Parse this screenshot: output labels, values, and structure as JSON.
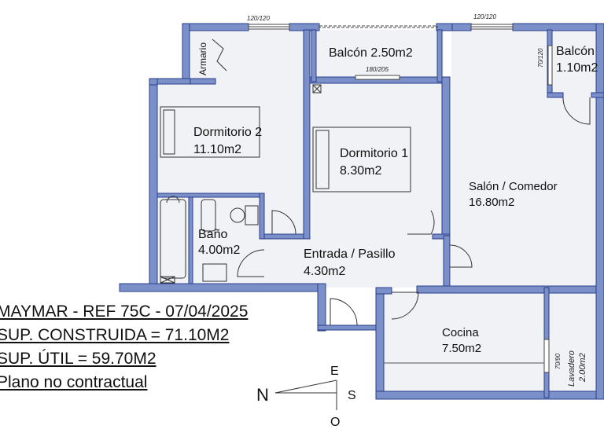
{
  "rooms": {
    "dormitorio2_name": "Dormitorio 2",
    "dormitorio2_area": "11.10m2",
    "dormitorio1_name": "Dormitorio 1",
    "dormitorio1_area": "8.30m2",
    "balcon1_name": "Balcón 2.50m2",
    "balcon2_name": "Balcón",
    "balcon2_area": "1.10m2",
    "salon_name": "Salón / Comedor",
    "salon_area": "16.80m2",
    "bano_name": "Baño",
    "bano_area": "4.00m2",
    "entrada_name": "Entrada / Pasillo",
    "entrada_area": "4.30m2",
    "cocina_name": "Cocina",
    "cocina_area": "7.50m2",
    "lavadero_name": "Lavadero",
    "lavadero_area": "2.00m2",
    "armario_name": "Armario"
  },
  "windows": {
    "w1": "120/120",
    "w2": "120/120",
    "w3": "180/205",
    "w4": "70/120",
    "w5": "70/90"
  },
  "info": {
    "line1": "MAYMAR - REF 75C - 07/04/2025",
    "line2": "SUP. CONSTRUIDA = 71.10M2",
    "line3": "SUP. ÚTIL = 59.70M2",
    "line4": "Plano no contractual"
  },
  "compass": {
    "north": "N",
    "east": "E",
    "south": "S",
    "west": "O"
  },
  "colors": {
    "wall_fill": "#7b8fc9",
    "wall_stroke": "#2a3f8a",
    "floor": "#f1f2f5"
  }
}
